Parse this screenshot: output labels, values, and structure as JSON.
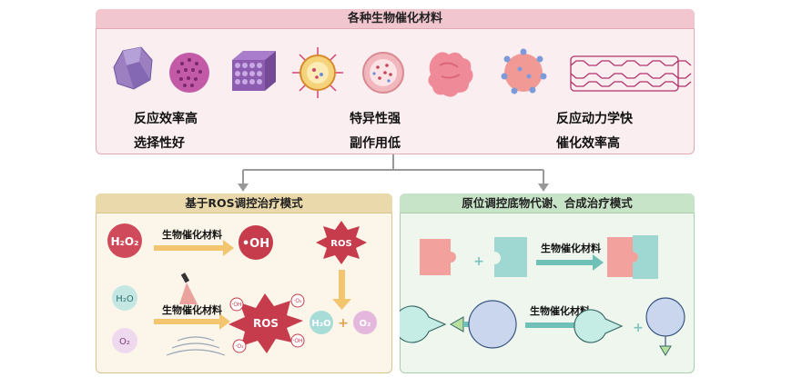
{
  "top": {
    "title": "各种生物催化材料",
    "prop_left_1": "反应效率高",
    "prop_left_2": "选择性好",
    "prop_mid_1": "特异性强",
    "prop_mid_2": "副作用低",
    "prop_right_1": "反应动力学快",
    "prop_right_2": "催化效率高"
  },
  "left": {
    "title": "基于ROS调控治疗模式",
    "arrow_label_1": "生物催化材料",
    "arrow_label_2": "生物催化材料",
    "h2o2": "H₂O₂",
    "oh": "•OH",
    "ros_big": "ROS",
    "ros_small": "ROS",
    "h2o_in": "H₂O",
    "o2_in": "O₂",
    "h2o_out": "H₂O",
    "plus": "+",
    "o2_out": "O₂",
    "oh_tag": "·OH",
    "o2_tag": "·O₂"
  },
  "right": {
    "title": "原位调控底物代谢、合成治疗模式",
    "arrow_label_1": "生物催化材料",
    "arrow_label_2": "生物催化材料",
    "plus_1": "+",
    "plus_2": "+"
  },
  "colors": {
    "top_bg": "#fbeef0",
    "left_bg": "#fbf6e9",
    "right_bg": "#eef6ee",
    "purple": "#9b7fc0",
    "red": "#cf4a5a",
    "teal": "#78c7c0",
    "pink": "#f19a95",
    "lightblue": "#c9d6ee"
  }
}
